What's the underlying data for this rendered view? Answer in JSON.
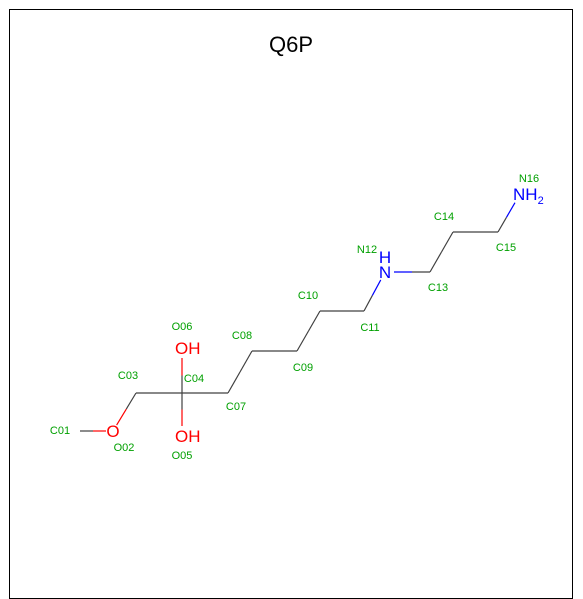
{
  "title": "Q6P",
  "colors": {
    "carbon_label": "#00a000",
    "bond": "#404040",
    "oxygen": "#ff0000",
    "nitrogen": "#0000ff",
    "frame": "#000000"
  },
  "atoms": [
    {
      "id": "C01",
      "label": "C01",
      "element": "C"
    },
    {
      "id": "O02",
      "label": "O02",
      "element": "O",
      "symbol": "O"
    },
    {
      "id": "C03",
      "label": "C03",
      "element": "C"
    },
    {
      "id": "C04",
      "label": "C04",
      "element": "C"
    },
    {
      "id": "O05",
      "label": "O05",
      "element": "O",
      "symbol": "OH"
    },
    {
      "id": "O06",
      "label": "O06",
      "element": "O",
      "symbol": "OH"
    },
    {
      "id": "C07",
      "label": "C07",
      "element": "C"
    },
    {
      "id": "C08",
      "label": "C08",
      "element": "C"
    },
    {
      "id": "C09",
      "label": "C09",
      "element": "C"
    },
    {
      "id": "C10",
      "label": "C10",
      "element": "C"
    },
    {
      "id": "C11",
      "label": "C11",
      "element": "C"
    },
    {
      "id": "N12",
      "label": "N12",
      "element": "N",
      "symbol": "H\nN"
    },
    {
      "id": "C13",
      "label": "C13",
      "element": "C"
    },
    {
      "id": "C14",
      "label": "C14",
      "element": "C"
    },
    {
      "id": "C15",
      "label": "C15",
      "element": "C"
    },
    {
      "id": "N16",
      "label": "N16",
      "element": "N",
      "symbol": "NH2"
    }
  ],
  "bonds": [
    [
      "C01",
      "O02"
    ],
    [
      "O02",
      "C03"
    ],
    [
      "C03",
      "C04"
    ],
    [
      "C04",
      "O06"
    ],
    [
      "C04",
      "O05"
    ],
    [
      "C04",
      "C07"
    ],
    [
      "C07",
      "C08"
    ],
    [
      "C08",
      "C09"
    ],
    [
      "C09",
      "C10"
    ],
    [
      "C10",
      "C11"
    ],
    [
      "C11",
      "N12"
    ],
    [
      "N12",
      "C13"
    ],
    [
      "C13",
      "C14"
    ],
    [
      "C14",
      "C15"
    ],
    [
      "C15",
      "N16"
    ]
  ]
}
